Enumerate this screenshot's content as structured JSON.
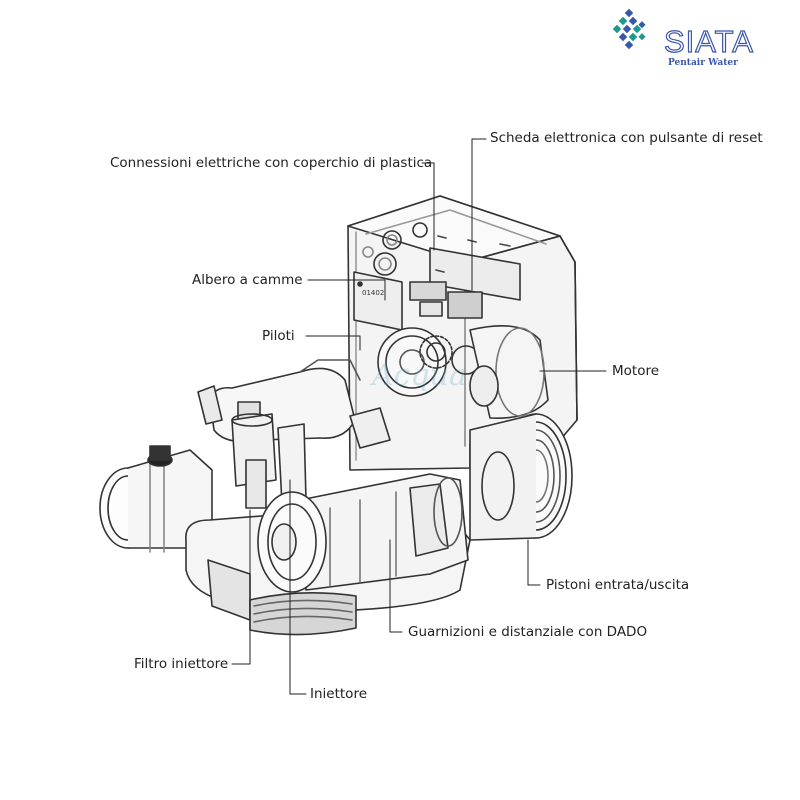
{
  "brand": {
    "name": "SIATA",
    "tagline": "Pentair Water",
    "primary_color": "#3a56a8",
    "secondary_color": "#1a9a8a"
  },
  "watermark": "Acqua",
  "labels": {
    "scheda": "Scheda elettronica con pulsante di reset",
    "connessioni": "Connessioni elettriche con coperchio di plastica",
    "albero": "Albero a camme",
    "piloti": "Piloti",
    "motore": "Motore",
    "pistoni": "Pistoni entrata/uscita",
    "guarnizioni": "Guarnizioni e distanziale con DADO",
    "filtro": "Filtro iniettore",
    "iniettore": "Iniettore"
  }
}
